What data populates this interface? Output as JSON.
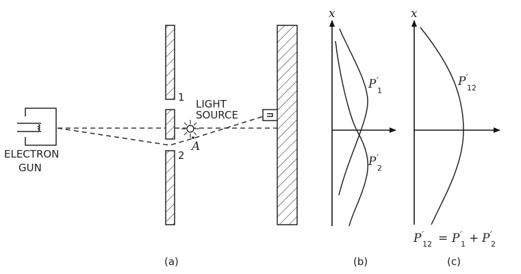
{
  "panels": {
    "a": {
      "caption": "(a)",
      "electron_gun_label_line1": "ELECTRON",
      "electron_gun_label_line2": "GUN",
      "light_source_label_line1": "LIGHT",
      "light_source_label_line2": "SOURCE",
      "slit1_label": "1",
      "slit2_label": "2",
      "point_label": "A"
    },
    "b": {
      "caption": "(b)",
      "axis_label": "x",
      "curve1_label": "P",
      "curve1_sub": "1",
      "curve2_label": "P",
      "curve2_sub": "2",
      "prime": "′"
    },
    "c": {
      "caption": "(c)",
      "axis_label": "x",
      "curve_label": "P",
      "curve_sub": "12",
      "prime": "′",
      "equation": {
        "lhs": "P",
        "lhs_sub": "12",
        "eq": "=",
        "t1": "P",
        "t1_sub": "1",
        "plus": "+",
        "t2": "P",
        "t2_sub": "2"
      }
    }
  }
}
